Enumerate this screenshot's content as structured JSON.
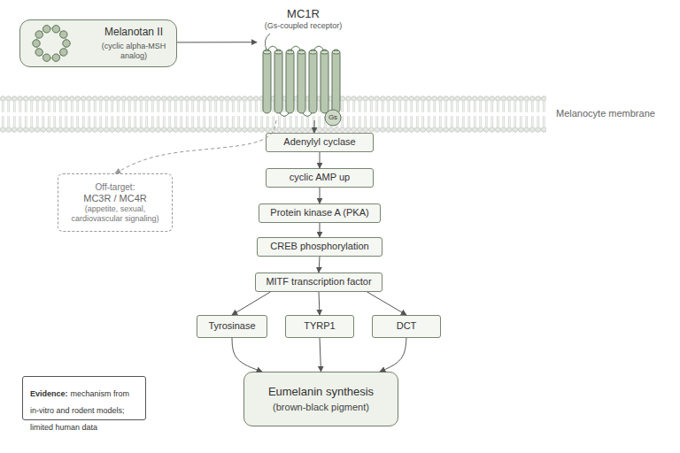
{
  "diagram": {
    "nodes": [
      {
        "text": [
          "Melanotan II",
          "(cyclic alpha-MSH analog)"
        ]
      },
      {
        "text": [
          "MC1R",
          "(Gs-coupled receptor)"
        ]
      },
      {
        "text": [
          "Gs"
        ]
      },
      {
        "text": [
          "Adenylyl cyclase"
        ]
      },
      {
        "text": [
          "Off-target:",
          "MC3R / MC4R",
          "(appetite, sexual, cardiovascular signaling)"
        ]
      },
      {
        "text": [
          "cyclic AMP up"
        ]
      },
      {
        "text": [
          "Protein kinase A (PKA)"
        ]
      },
      {
        "text": [
          "CREB phosphorylation"
        ]
      },
      {
        "text": [
          "MITF transcription factor"
        ]
      },
      {
        "text": [
          "Tyrosinase"
        ]
      },
      {
        "text": [
          "TYRP1"
        ]
      },
      {
        "text": [
          "DCT"
        ]
      },
      {
        "text": [
          "Eumelanin synthesis",
          "(brown-black pigment)"
        ]
      },
      {
        "text": [
          "Evidence:",
          "mechanism from in-vitro and rodent models; limited human data"
        ]
      }
    ],
    "edges": [
      {
        "from": 0,
        "to": 1,
        "arrow": "to"
      },
      {
        "from": 1,
        "to": 3,
        "arrow": "to"
      },
      {
        "from": 1,
        "to": 4,
        "arrow": "to"
      },
      {
        "from": 3,
        "to": 5,
        "arrow": "to"
      },
      {
        "from": 5,
        "to": 6,
        "arrow": "to"
      },
      {
        "from": 6,
        "to": 7,
        "arrow": "to"
      },
      {
        "from": 7,
        "to": 8,
        "arrow": "to"
      },
      {
        "from": 8,
        "to": 9,
        "arrow": "to"
      },
      {
        "from": 8,
        "to": 10,
        "arrow": "to"
      },
      {
        "from": 8,
        "to": 11,
        "arrow": "to"
      },
      {
        "from": 9,
        "to": 12,
        "arrow": "to"
      },
      {
        "from": 10,
        "to": 12,
        "arrow": "to"
      },
      {
        "from": 11,
        "to": 12,
        "arrow": "to"
      }
    ],
    "labels": [
      "Melanocyte membrane"
    ]
  }
}
